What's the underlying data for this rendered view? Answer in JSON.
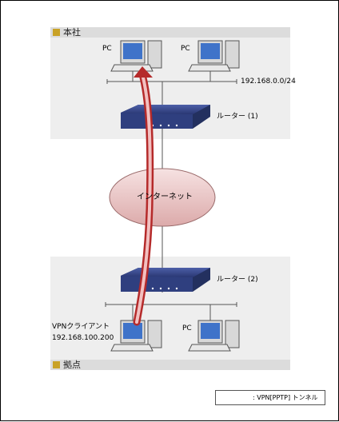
{
  "zones": {
    "top": {
      "label": "本社"
    },
    "bottom": {
      "label": "拠点"
    }
  },
  "nodes": {
    "pc_top_left": {
      "label": "PC"
    },
    "pc_top_right": {
      "label": "PC"
    },
    "network_top": {
      "label": "192.168.0.0/24"
    },
    "router1": {
      "label": "ルーター (1)"
    },
    "internet": {
      "label": "インターネット"
    },
    "router2": {
      "label": "ルーター (2)"
    },
    "vpn_client": {
      "label": "VPNクライアント",
      "address": "192.168.100.200"
    },
    "pc_bottom_right": {
      "label": "PC"
    }
  },
  "legend": {
    "label": ": VPN[PPTP] トンネル"
  },
  "colors": {
    "tunnel": "#c0392b",
    "router": "#2f3f7f",
    "cloud": "#e8c6c6"
  }
}
